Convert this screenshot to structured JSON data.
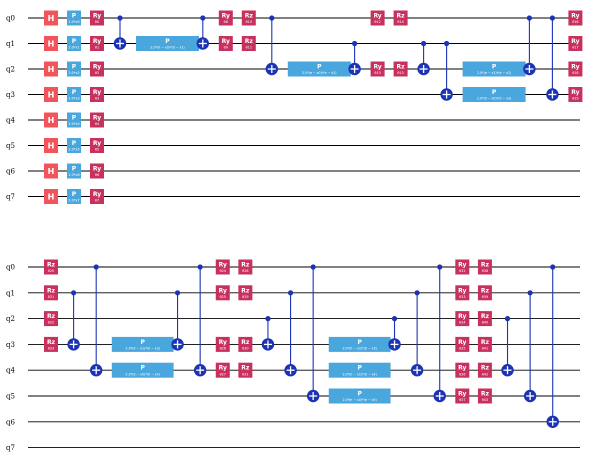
{
  "colors": {
    "h_gate": "#f2545b",
    "p_gate": "#4aa7de",
    "r_gate": "#c8315e",
    "control": "#1c34b4",
    "wire": "#000000"
  },
  "qubits": [
    "q0",
    "q1",
    "q2",
    "q3",
    "q4",
    "q5",
    "q6",
    "q7"
  ],
  "rows": [
    {
      "id": "top",
      "ops": [
        {
          "kind": "gate",
          "type": "H",
          "label": "H",
          "q": [
            0
          ],
          "col": 0
        },
        {
          "kind": "gate",
          "type": "H",
          "label": "H",
          "q": [
            1
          ],
          "col": 0
        },
        {
          "kind": "gate",
          "type": "H",
          "label": "H",
          "q": [
            2
          ],
          "col": 0
        },
        {
          "kind": "gate",
          "type": "H",
          "label": "H",
          "q": [
            3
          ],
          "col": 0
        },
        {
          "kind": "gate",
          "type": "H",
          "label": "H",
          "q": [
            4
          ],
          "col": 0
        },
        {
          "kind": "gate",
          "type": "H",
          "label": "H",
          "q": [
            5
          ],
          "col": 0
        },
        {
          "kind": "gate",
          "type": "H",
          "label": "H",
          "q": [
            6
          ],
          "col": 0
        },
        {
          "kind": "gate",
          "type": "H",
          "label": "H",
          "q": [
            7
          ],
          "col": 0
        },
        {
          "kind": "gate",
          "type": "P",
          "label": "P",
          "sub": "2.0*x0",
          "q": [
            0
          ],
          "col": 1
        },
        {
          "kind": "gate",
          "type": "P",
          "label": "P",
          "sub": "2.0*x1",
          "q": [
            1
          ],
          "col": 1
        },
        {
          "kind": "gate",
          "type": "P",
          "label": "P",
          "sub": "2.0*x2",
          "q": [
            2
          ],
          "col": 1
        },
        {
          "kind": "gate",
          "type": "P",
          "label": "P",
          "sub": "2.0*x3",
          "q": [
            3
          ],
          "col": 1
        },
        {
          "kind": "gate",
          "type": "P",
          "label": "P",
          "sub": "2.0*x4",
          "q": [
            4
          ],
          "col": 1
        },
        {
          "kind": "gate",
          "type": "P",
          "label": "P",
          "sub": "2.0*x5",
          "q": [
            5
          ],
          "col": 1
        },
        {
          "kind": "gate",
          "type": "P",
          "label": "P",
          "sub": "2.0*x6",
          "q": [
            6
          ],
          "col": 1
        },
        {
          "kind": "gate",
          "type": "P",
          "label": "P",
          "sub": "2.0*x7",
          "q": [
            7
          ],
          "col": 1
        },
        {
          "kind": "gate",
          "type": "R",
          "label": "Ry",
          "sub": "θ0",
          "q": [
            0
          ],
          "col": 2
        },
        {
          "kind": "gate",
          "type": "R",
          "label": "Ry",
          "sub": "θ1",
          "q": [
            1
          ],
          "col": 2
        },
        {
          "kind": "gate",
          "type": "R",
          "label": "Ry",
          "sub": "θ2",
          "q": [
            2
          ],
          "col": 2
        },
        {
          "kind": "gate",
          "type": "R",
          "label": "Ry",
          "sub": "θ3",
          "q": [
            3
          ],
          "col": 2
        },
        {
          "kind": "gate",
          "type": "R",
          "label": "Ry",
          "sub": "θ4",
          "q": [
            4
          ],
          "col": 2
        },
        {
          "kind": "gate",
          "type": "R",
          "label": "Ry",
          "sub": "θ5",
          "q": [
            5
          ],
          "col": 2
        },
        {
          "kind": "gate",
          "type": "R",
          "label": "Ry",
          "sub": "θ6",
          "q": [
            6
          ],
          "col": 2
        },
        {
          "kind": "gate",
          "type": "R",
          "label": "Ry",
          "sub": "θ7",
          "q": [
            7
          ],
          "col": 2
        },
        {
          "kind": "cx",
          "c": 0,
          "t": 1,
          "col": 3
        },
        {
          "kind": "gate",
          "type": "P",
          "label": "P",
          "sub": "2.0*(π − x0)*(π − x1)",
          "q": [
            1
          ],
          "col": 4,
          "wide": 3
        },
        {
          "kind": "cx",
          "c": 0,
          "t": 1,
          "col": 6.6
        },
        {
          "kind": "gate",
          "type": "R",
          "label": "Ry",
          "sub": "θ8",
          "q": [
            0
          ],
          "col": 7.6
        },
        {
          "kind": "gate",
          "type": "R",
          "label": "Ry",
          "sub": "θ9",
          "q": [
            1
          ],
          "col": 7.6
        },
        {
          "kind": "gate",
          "type": "R",
          "label": "Rz",
          "sub": "θ10",
          "q": [
            0
          ],
          "col": 8.6
        },
        {
          "kind": "gate",
          "type": "R",
          "label": "Rz",
          "sub": "θ11",
          "q": [
            1
          ],
          "col": 8.6
        },
        {
          "kind": "cx",
          "c": 0,
          "t": 2,
          "col": 9.6
        },
        {
          "kind": "gate",
          "type": "P",
          "label": "P",
          "sub": "2.0*(π − x0)*(π − x2)",
          "q": [
            2
          ],
          "col": 10.6,
          "wide": 3
        },
        {
          "kind": "cx",
          "c": 1,
          "t": 2,
          "col": 13.2
        },
        {
          "kind": "gate",
          "type": "R",
          "label": "Ry",
          "sub": "θ12",
          "q": [
            0
          ],
          "col": 14.2
        },
        {
          "kind": "gate",
          "type": "R",
          "label": "Ry",
          "sub": "θ13",
          "q": [
            2
          ],
          "col": 14.2
        },
        {
          "kind": "gate",
          "type": "R",
          "label": "Rz",
          "sub": "θ14",
          "q": [
            0
          ],
          "col": 15.2
        },
        {
          "kind": "gate",
          "type": "R",
          "label": "Rz",
          "sub": "θ15",
          "q": [
            2
          ],
          "col": 15.2
        },
        {
          "kind": "cx",
          "c": 1,
          "t": 2,
          "col": 16.2
        },
        {
          "kind": "cx",
          "c": 1,
          "t": 3,
          "col": 17.2
        },
        {
          "kind": "gate",
          "type": "P",
          "label": "P",
          "sub": "2.0*(π − x1)*(π − x2)",
          "q": [
            2
          ],
          "col": 18.2,
          "wide": 3
        },
        {
          "kind": "gate",
          "type": "P",
          "label": "P",
          "sub": "2.0*(π − x0)*(π − x3)",
          "q": [
            3
          ],
          "col": 18.2,
          "wide": 3
        },
        {
          "kind": "cx",
          "c": 0,
          "t": 2,
          "col": 20.8
        },
        {
          "kind": "cx",
          "c": 0,
          "t": 3,
          "col": 21.8
        },
        {
          "kind": "gate",
          "type": "R",
          "label": "Ry",
          "sub": "θ16",
          "q": [
            0
          ],
          "col": 22.8
        },
        {
          "kind": "gate",
          "type": "R",
          "label": "Ry",
          "sub": "θ17",
          "q": [
            1
          ],
          "col": 22.8
        },
        {
          "kind": "gate",
          "type": "R",
          "label": "Ry",
          "sub": "θ18",
          "q": [
            2
          ],
          "col": 22.8
        },
        {
          "kind": "gate",
          "type": "R",
          "label": "Ry",
          "sub": "θ19",
          "q": [
            3
          ],
          "col": 22.8
        }
      ]
    },
    {
      "id": "bottom",
      "ops": [
        {
          "kind": "gate",
          "type": "R",
          "label": "Rz",
          "sub": "θ20",
          "q": [
            0
          ],
          "col": 0
        },
        {
          "kind": "gate",
          "type": "R",
          "label": "Rz",
          "sub": "θ21",
          "q": [
            1
          ],
          "col": 0
        },
        {
          "kind": "gate",
          "type": "R",
          "label": "Rz",
          "sub": "θ22",
          "q": [
            2
          ],
          "col": 0
        },
        {
          "kind": "gate",
          "type": "R",
          "label": "Rz",
          "sub": "θ23",
          "q": [
            3
          ],
          "col": 0
        },
        {
          "kind": "cx",
          "c": 1,
          "t": 3,
          "col": 1
        },
        {
          "kind": "cx",
          "c": 0,
          "t": 4,
          "col": 2
        },
        {
          "kind": "gate",
          "type": "P",
          "label": "P",
          "sub": "2.0*(π − x1)*(π − x3)",
          "q": [
            3
          ],
          "col": 3,
          "wide": 3
        },
        {
          "kind": "gate",
          "type": "P",
          "label": "P",
          "sub": "2.0*(π − x0)*(π − x4)",
          "q": [
            4
          ],
          "col": 3,
          "wide": 3
        },
        {
          "kind": "cx",
          "c": 1,
          "t": 3,
          "col": 5.6
        },
        {
          "kind": "cx",
          "c": 0,
          "t": 4,
          "col": 6.6
        },
        {
          "kind": "gate",
          "type": "R",
          "label": "Ry",
          "sub": "θ24",
          "q": [
            0
          ],
          "col": 7.6
        },
        {
          "kind": "gate",
          "type": "R",
          "label": "Ry",
          "sub": "θ25",
          "q": [
            1
          ],
          "col": 7.6
        },
        {
          "kind": "gate",
          "type": "R",
          "label": "Ry",
          "sub": "θ26",
          "q": [
            3
          ],
          "col": 7.6
        },
        {
          "kind": "gate",
          "type": "R",
          "label": "Ry",
          "sub": "θ27",
          "q": [
            4
          ],
          "col": 7.6
        },
        {
          "kind": "gate",
          "type": "R",
          "label": "Rz",
          "sub": "θ28",
          "q": [
            0
          ],
          "col": 8.6
        },
        {
          "kind": "gate",
          "type": "R",
          "label": "Rz",
          "sub": "θ29",
          "q": [
            1
          ],
          "col": 8.6
        },
        {
          "kind": "gate",
          "type": "R",
          "label": "Rz",
          "sub": "θ30",
          "q": [
            3
          ],
          "col": 8.6
        },
        {
          "kind": "gate",
          "type": "R",
          "label": "Rz",
          "sub": "θ31",
          "q": [
            4
          ],
          "col": 8.6
        },
        {
          "kind": "cx",
          "c": 2,
          "t": 3,
          "col": 9.6
        },
        {
          "kind": "cx",
          "c": 1,
          "t": 4,
          "col": 10.6
        },
        {
          "kind": "cx",
          "c": 0,
          "t": 5,
          "col": 11.6
        },
        {
          "kind": "gate",
          "type": "P",
          "label": "P",
          "sub": "2.0*(π − x2)*(π − x3)",
          "q": [
            3
          ],
          "col": 12.6,
          "wide": 3
        },
        {
          "kind": "gate",
          "type": "P",
          "label": "P",
          "sub": "2.0*(π − x1)*(π − x4)",
          "q": [
            4
          ],
          "col": 12.6,
          "wide": 3
        },
        {
          "kind": "gate",
          "type": "P",
          "label": "P",
          "sub": "2.0*(π − x0)*(π − x5)",
          "q": [
            5
          ],
          "col": 12.6,
          "wide": 3
        },
        {
          "kind": "cx",
          "c": 2,
          "t": 3,
          "col": 15.2
        },
        {
          "kind": "cx",
          "c": 1,
          "t": 4,
          "col": 16.2
        },
        {
          "kind": "cx",
          "c": 0,
          "t": 5,
          "col": 17.2
        },
        {
          "kind": "gate",
          "type": "R",
          "label": "Ry",
          "sub": "θ32",
          "q": [
            0
          ],
          "col": 18.2
        },
        {
          "kind": "gate",
          "type": "R",
          "label": "Ry",
          "sub": "θ33",
          "q": [
            1
          ],
          "col": 18.2
        },
        {
          "kind": "gate",
          "type": "R",
          "label": "Ry",
          "sub": "θ34",
          "q": [
            2
          ],
          "col": 18.2
        },
        {
          "kind": "gate",
          "type": "R",
          "label": "Ry",
          "sub": "θ35",
          "q": [
            3
          ],
          "col": 18.2
        },
        {
          "kind": "gate",
          "type": "R",
          "label": "Ry",
          "sub": "θ36",
          "q": [
            4
          ],
          "col": 18.2
        },
        {
          "kind": "gate",
          "type": "R",
          "label": "Ry",
          "sub": "θ37",
          "q": [
            5
          ],
          "col": 18.2
        },
        {
          "kind": "gate",
          "type": "R",
          "label": "Rz",
          "sub": "θ38",
          "q": [
            0
          ],
          "col": 19.2
        },
        {
          "kind": "gate",
          "type": "R",
          "label": "Rz",
          "sub": "θ39",
          "q": [
            1
          ],
          "col": 19.2
        },
        {
          "kind": "gate",
          "type": "R",
          "label": "Rz",
          "sub": "θ40",
          "q": [
            2
          ],
          "col": 19.2
        },
        {
          "kind": "gate",
          "type": "R",
          "label": "Rz",
          "sub": "θ41",
          "q": [
            3
          ],
          "col": 19.2
        },
        {
          "kind": "gate",
          "type": "R",
          "label": "Rz",
          "sub": "θ42",
          "q": [
            4
          ],
          "col": 19.2
        },
        {
          "kind": "gate",
          "type": "R",
          "label": "Rz",
          "sub": "θ43",
          "q": [
            5
          ],
          "col": 19.2
        },
        {
          "kind": "cx",
          "c": 2,
          "t": 4,
          "col": 20.2
        },
        {
          "kind": "cx",
          "c": 1,
          "t": 5,
          "col": 21.2
        },
        {
          "kind": "cx",
          "c": 0,
          "t": 6,
          "col": 22.2
        }
      ]
    }
  ]
}
